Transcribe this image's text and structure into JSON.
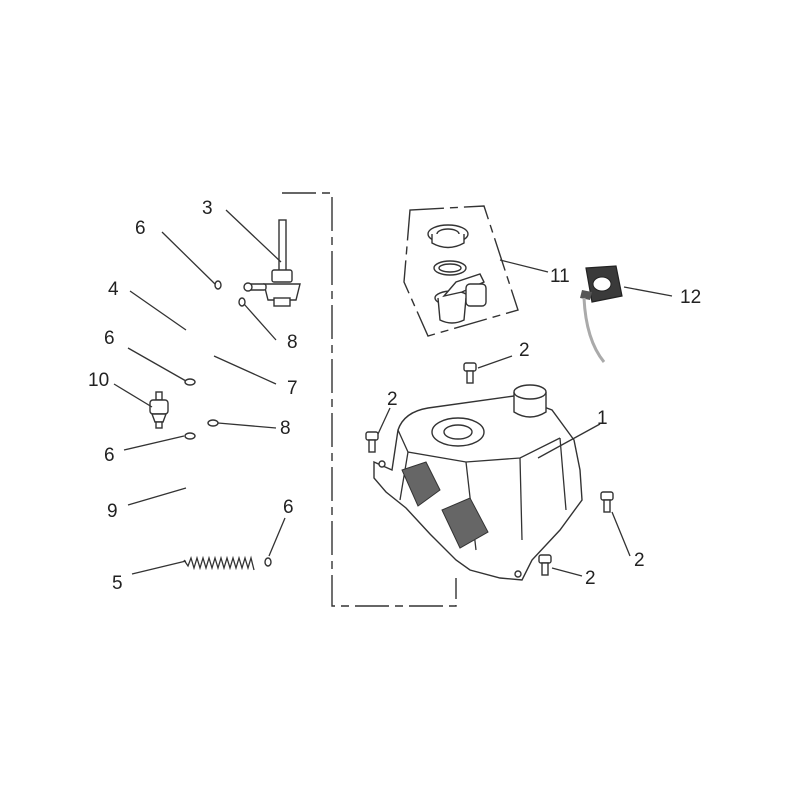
{
  "callouts": [
    {
      "id": "c1",
      "text": "1"
    },
    {
      "id": "c2a",
      "text": "2"
    },
    {
      "id": "c2b",
      "text": "2"
    },
    {
      "id": "c2c",
      "text": "2"
    },
    {
      "id": "c2d",
      "text": "2"
    },
    {
      "id": "c3",
      "text": "3"
    },
    {
      "id": "c4",
      "text": "4"
    },
    {
      "id": "c5",
      "text": "5"
    },
    {
      "id": "c6a",
      "text": "6"
    },
    {
      "id": "c6b",
      "text": "6"
    },
    {
      "id": "c6c",
      "text": "6"
    },
    {
      "id": "c6d",
      "text": "6"
    },
    {
      "id": "c7",
      "text": "7"
    },
    {
      "id": "c8a",
      "text": "8"
    },
    {
      "id": "c8b",
      "text": "8"
    },
    {
      "id": "c9",
      "text": "9"
    },
    {
      "id": "c10",
      "text": "10"
    },
    {
      "id": "c11",
      "text": "11"
    },
    {
      "id": "c12",
      "text": "12"
    }
  ],
  "icons": {
    "fuel_tank": "fuel-tank-icon",
    "fuel_valve": "fuel-cock-icon",
    "fuel_filter": "fuel-filter-icon",
    "fuel_pump_assembly": "fuel-pump-icon",
    "bracket": "bracket-icon",
    "bolt": "bolt-icon",
    "hose": "hose-icon",
    "clamp": "clamp-ring-icon",
    "spring": "spring-icon"
  },
  "colors": {
    "line": "#333333",
    "bracket_fill": "#3a3a3a"
  }
}
